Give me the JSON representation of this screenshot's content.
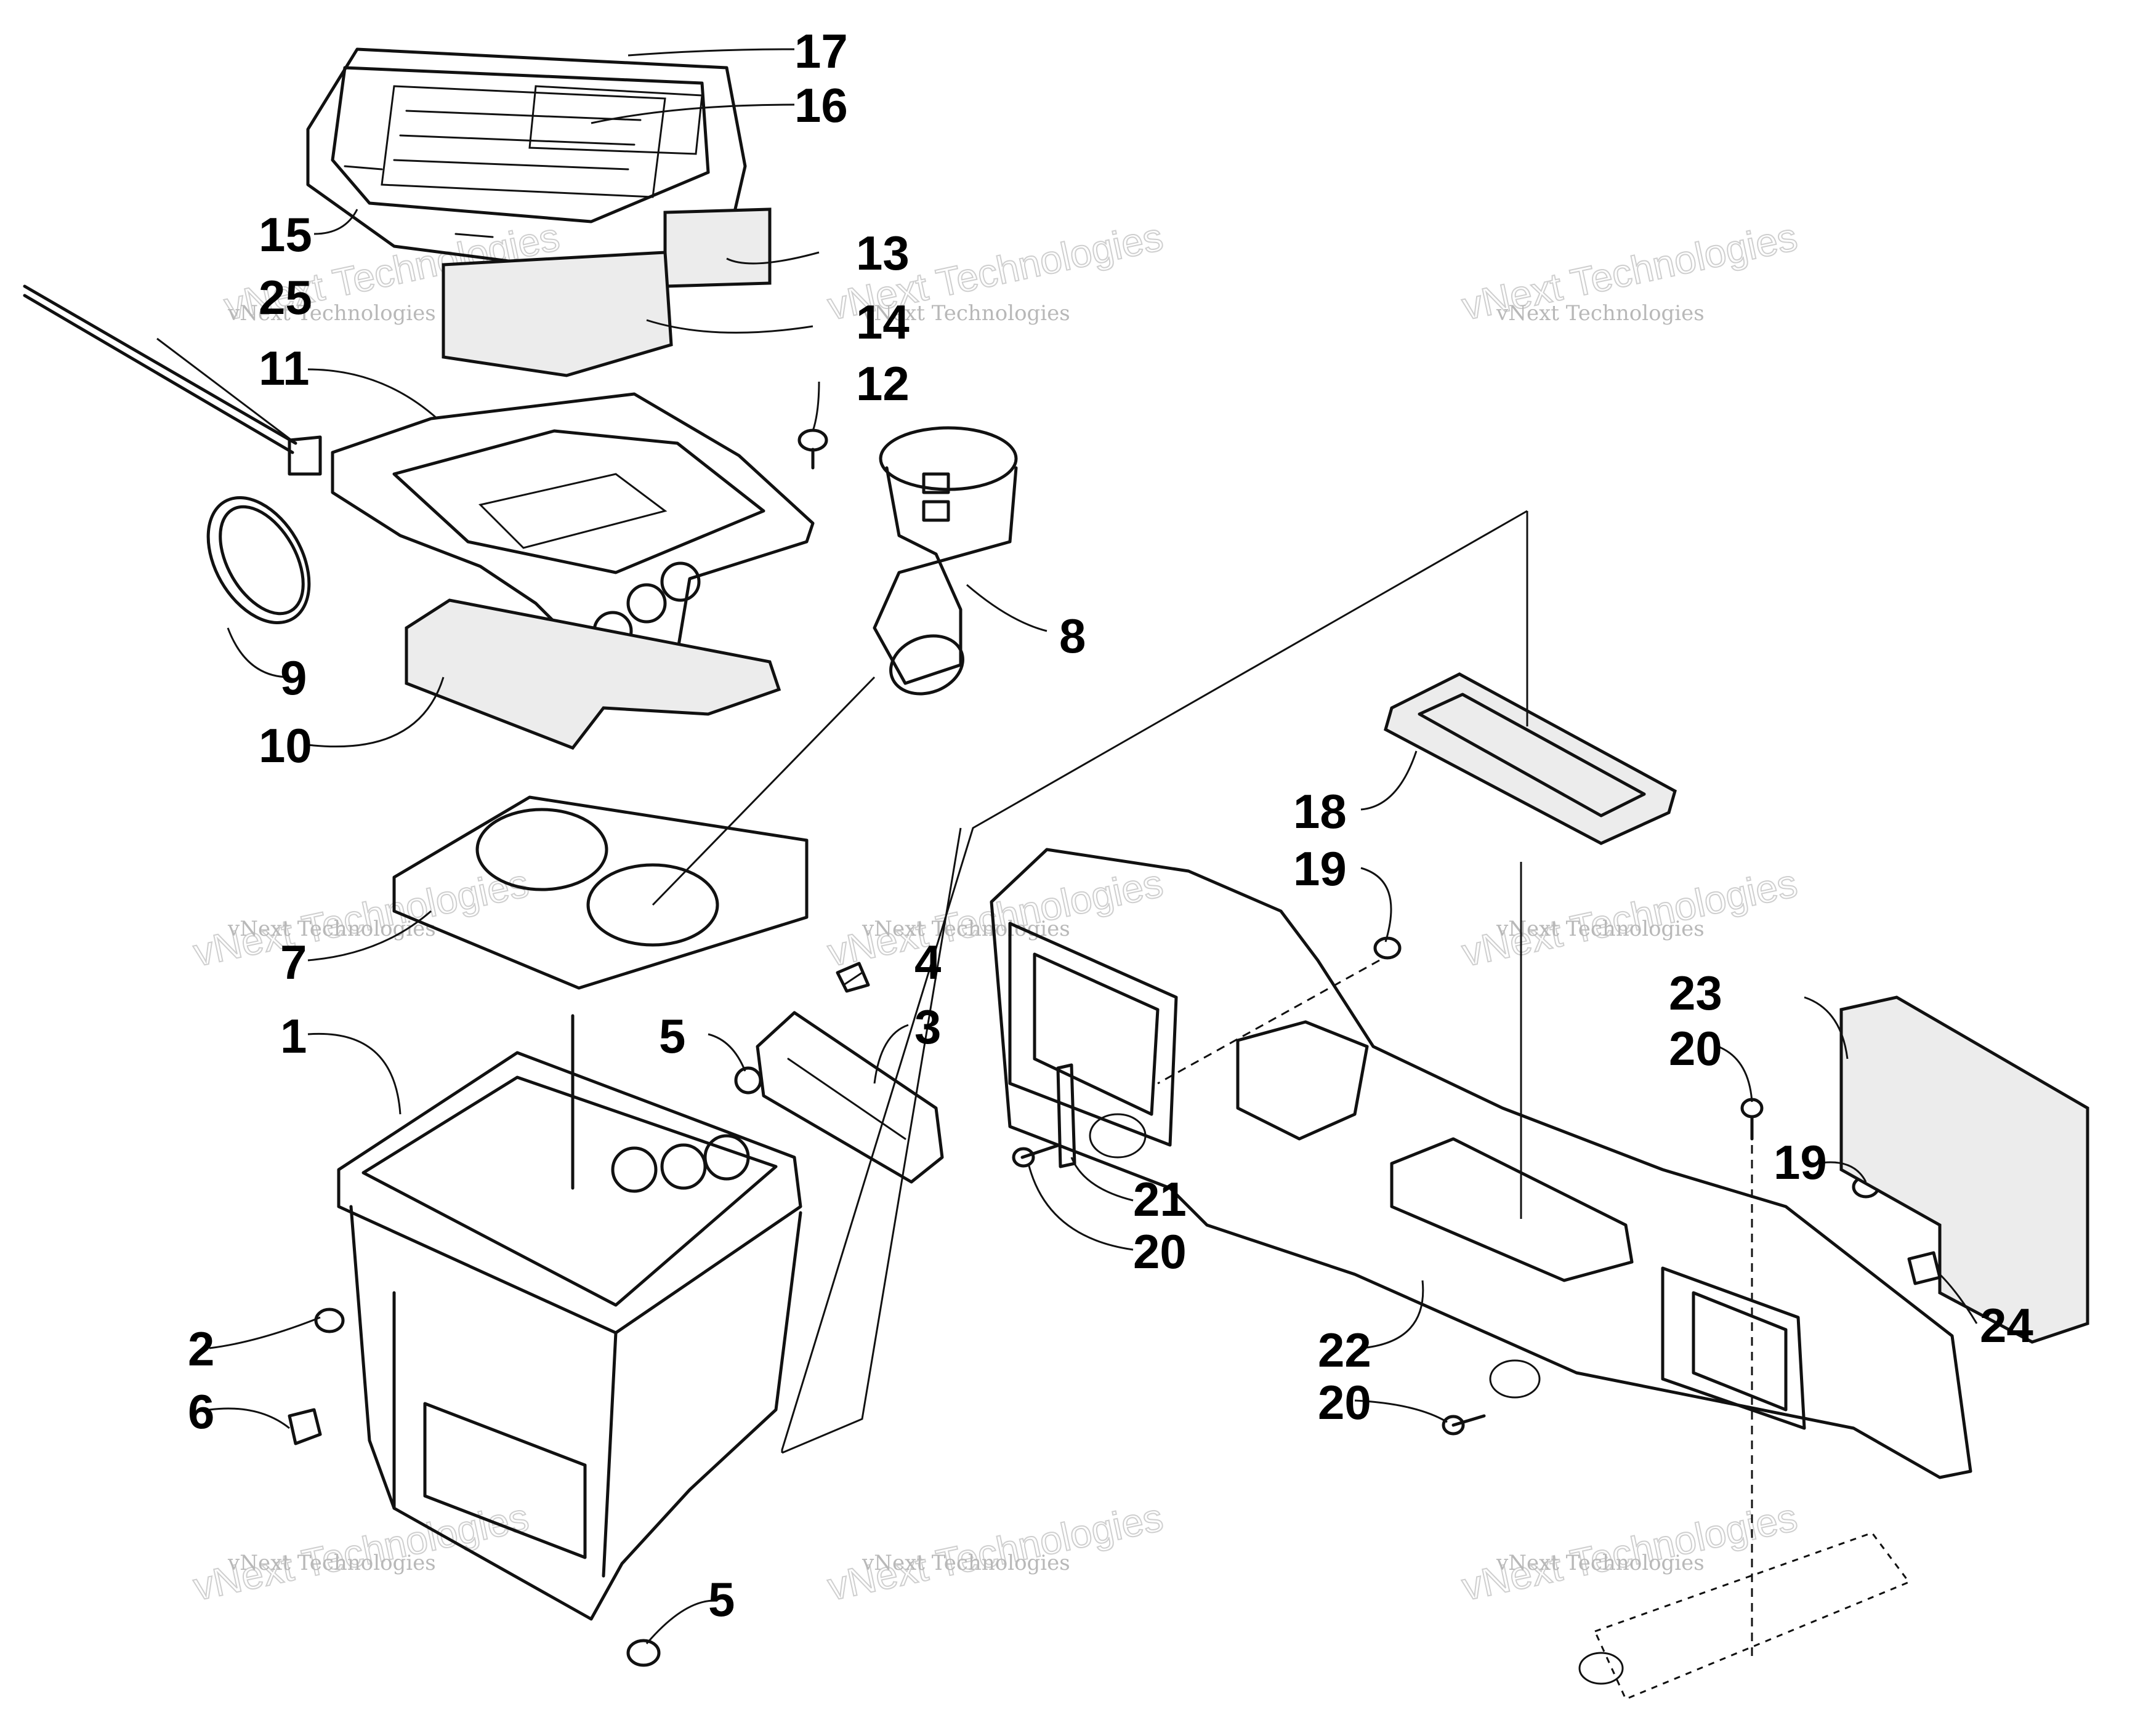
{
  "labels": [
    "1",
    "2",
    "3",
    "4",
    "5",
    "5",
    "6",
    "7",
    "8",
    "9",
    "10",
    "11",
    "12",
    "13",
    "14",
    "15",
    "16",
    "17",
    "18",
    "19",
    "19",
    "20",
    "20",
    "20",
    "21",
    "22",
    "23",
    "24",
    "25"
  ],
  "watermark": {
    "brand_small": "vNext Technologies",
    "brand_big": "vNext Technologies"
  }
}
